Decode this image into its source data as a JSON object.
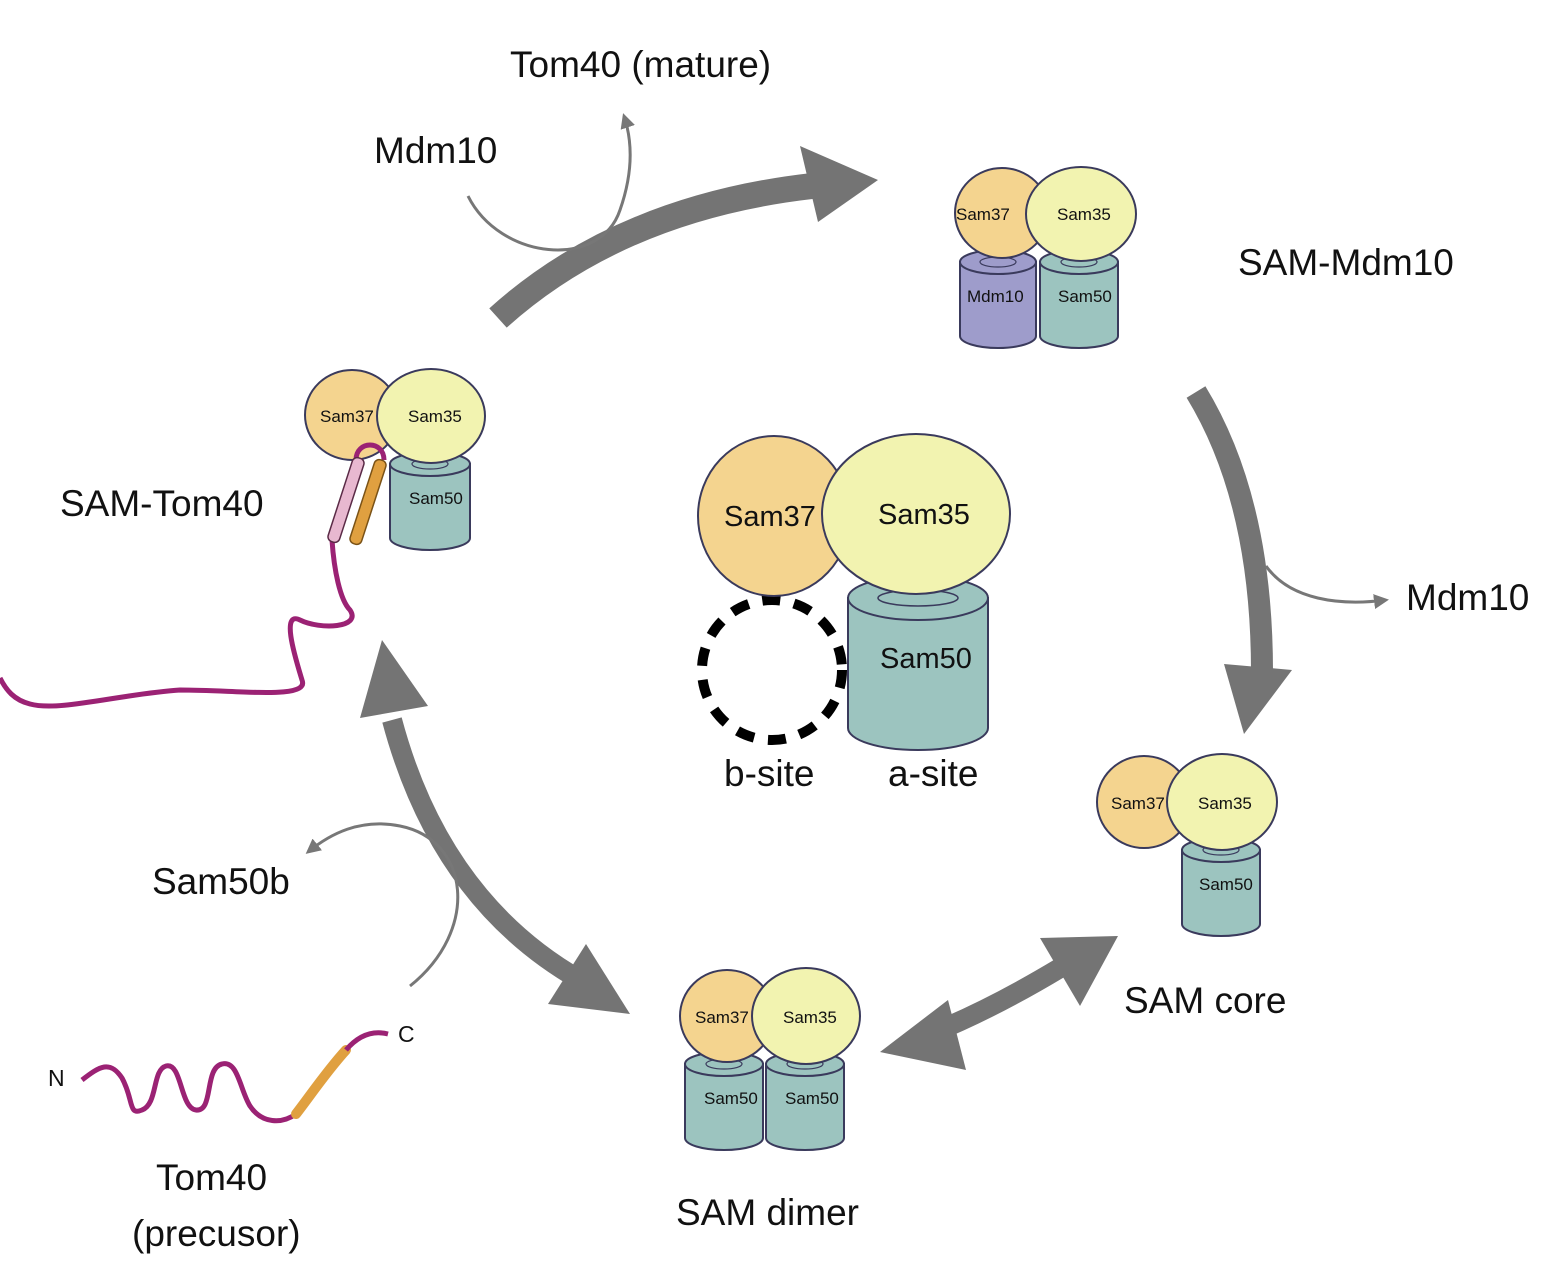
{
  "labels": {
    "tom40_mature": "Tom40 (mature)",
    "mdm10_top": "Mdm10",
    "sam_mdm10": "SAM-Mdm10",
    "sam_tom40": "SAM-Tom40",
    "mdm10_right": "Mdm10",
    "sam50b": "Sam50b",
    "sam_core": "SAM core",
    "sam_dimer": "SAM dimer",
    "tom40_precursor_line1": "Tom40",
    "tom40_precursor_line2": "(precusor)",
    "b_site": "b-site",
    "a_site": "a-site",
    "n_terminus": "N",
    "c_terminus": "C"
  },
  "subunits": {
    "sam37": "Sam37",
    "sam35": "Sam35",
    "sam50": "Sam50",
    "mdm10": "Mdm10"
  },
  "colors": {
    "sam37": "#f4d48f",
    "sam35": "#f2f3b0",
    "sam50": "#9cc4bf",
    "mdm10": "#9e9ccb",
    "outline": "#3a3a5c",
    "big_arrow": "#747474",
    "thin_arrow": "#777777",
    "tom40_chain": "#9b2274",
    "tom40_segment": "#e0a040",
    "tom40_helix_pink": "#e8b8d0"
  }
}
